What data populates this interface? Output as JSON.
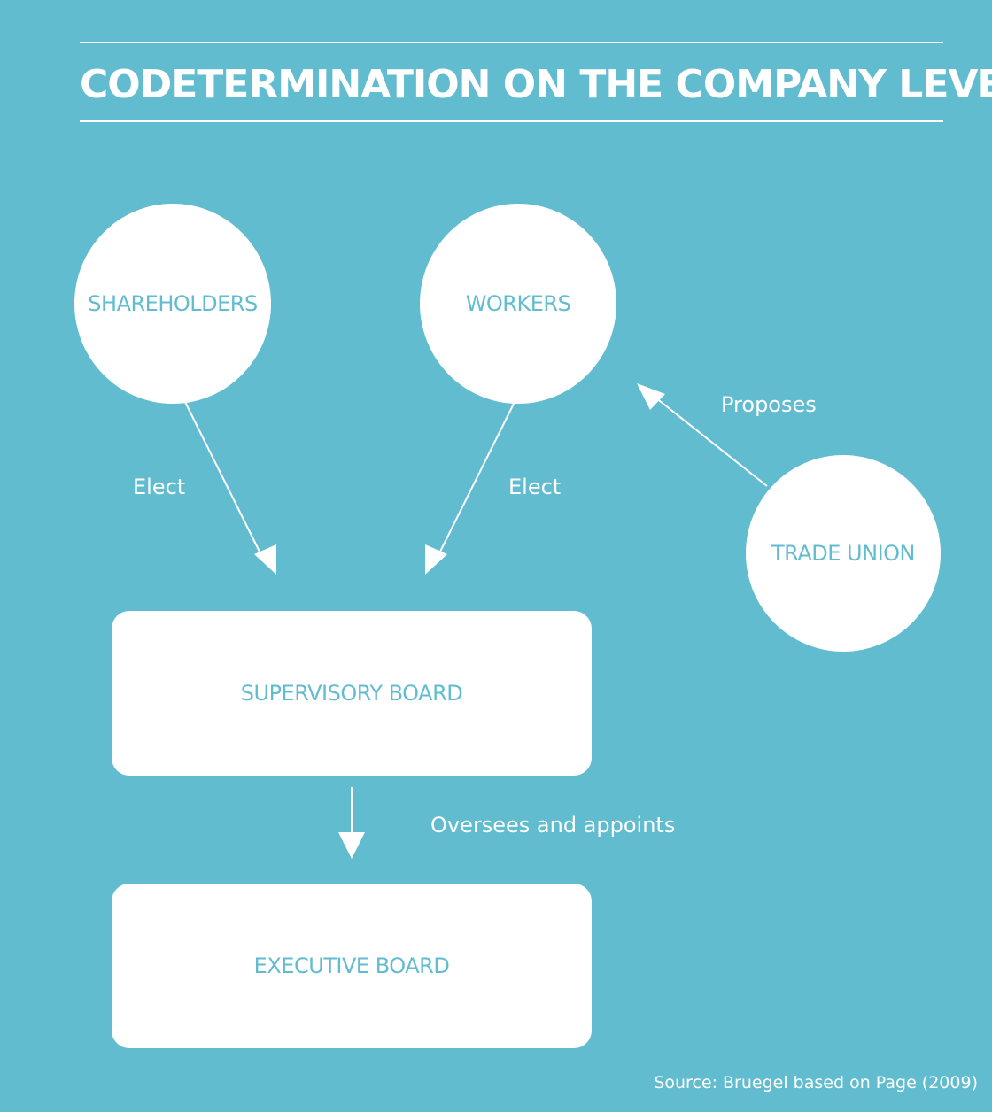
{
  "title": "CODETERMINATION ON THE COMPANY LEVEL",
  "nodes": {
    "shareholders": "SHAREHOLDERS",
    "workers": "WORKERS",
    "trade_union": "TRADE UNION",
    "supervisory_board": "SUPERVISORY BOARD",
    "executive_board": "EXECUTIVE BOARD"
  },
  "edges": {
    "shareholders_elect": "Elect",
    "workers_elect": "Elect",
    "union_proposes": "Proposes",
    "oversees_appoints": "Oversees and appoints"
  },
  "source": "Source: Bruegel based on Page (2009)",
  "colors": {
    "background": "#62bcd0",
    "shape_fill": "#ffffff",
    "node_text": "#62bcd0"
  }
}
